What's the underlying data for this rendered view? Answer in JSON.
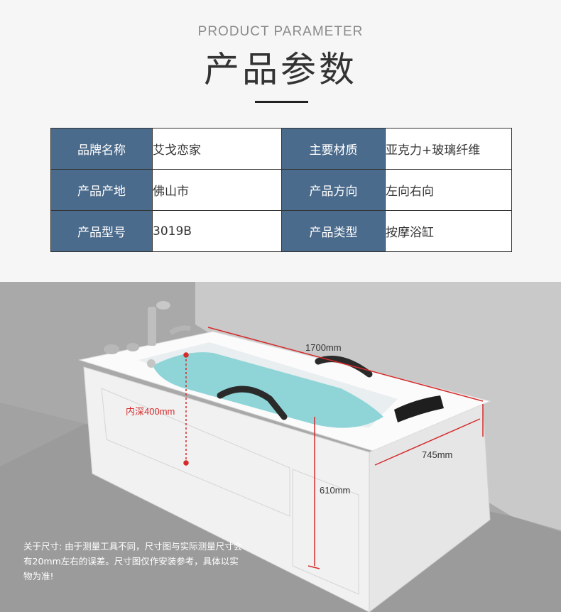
{
  "header": {
    "en_title": "PRODUCT PARAMETER",
    "zh_title": "产品参数"
  },
  "params": {
    "rows": [
      {
        "k1": "品牌名称",
        "v1": "艾戈恋家",
        "k2": "主要材质",
        "v2": "亚克力+玻璃纤维"
      },
      {
        "k1": "产品产地",
        "v1": "佛山市",
        "k2": "产品方向",
        "v2": "左向右向"
      },
      {
        "k1": "产品型号",
        "v1": "3019B",
        "k2": "产品类型",
        "v2": "按摩浴缸"
      }
    ]
  },
  "dimensions": {
    "length": "1700mm",
    "width": "745mm",
    "height": "610mm",
    "inner_depth": "内深400mm"
  },
  "note": {
    "text": "关于尺寸: 由于测量工具不同，尺寸图与实际测量尺寸会有20mm左右的误差。尺寸图仅作安装参考，具体以实物为准!"
  },
  "colors": {
    "header_cell_bg": "#4b6b8c",
    "dimension_line": "#d52b2b"
  }
}
